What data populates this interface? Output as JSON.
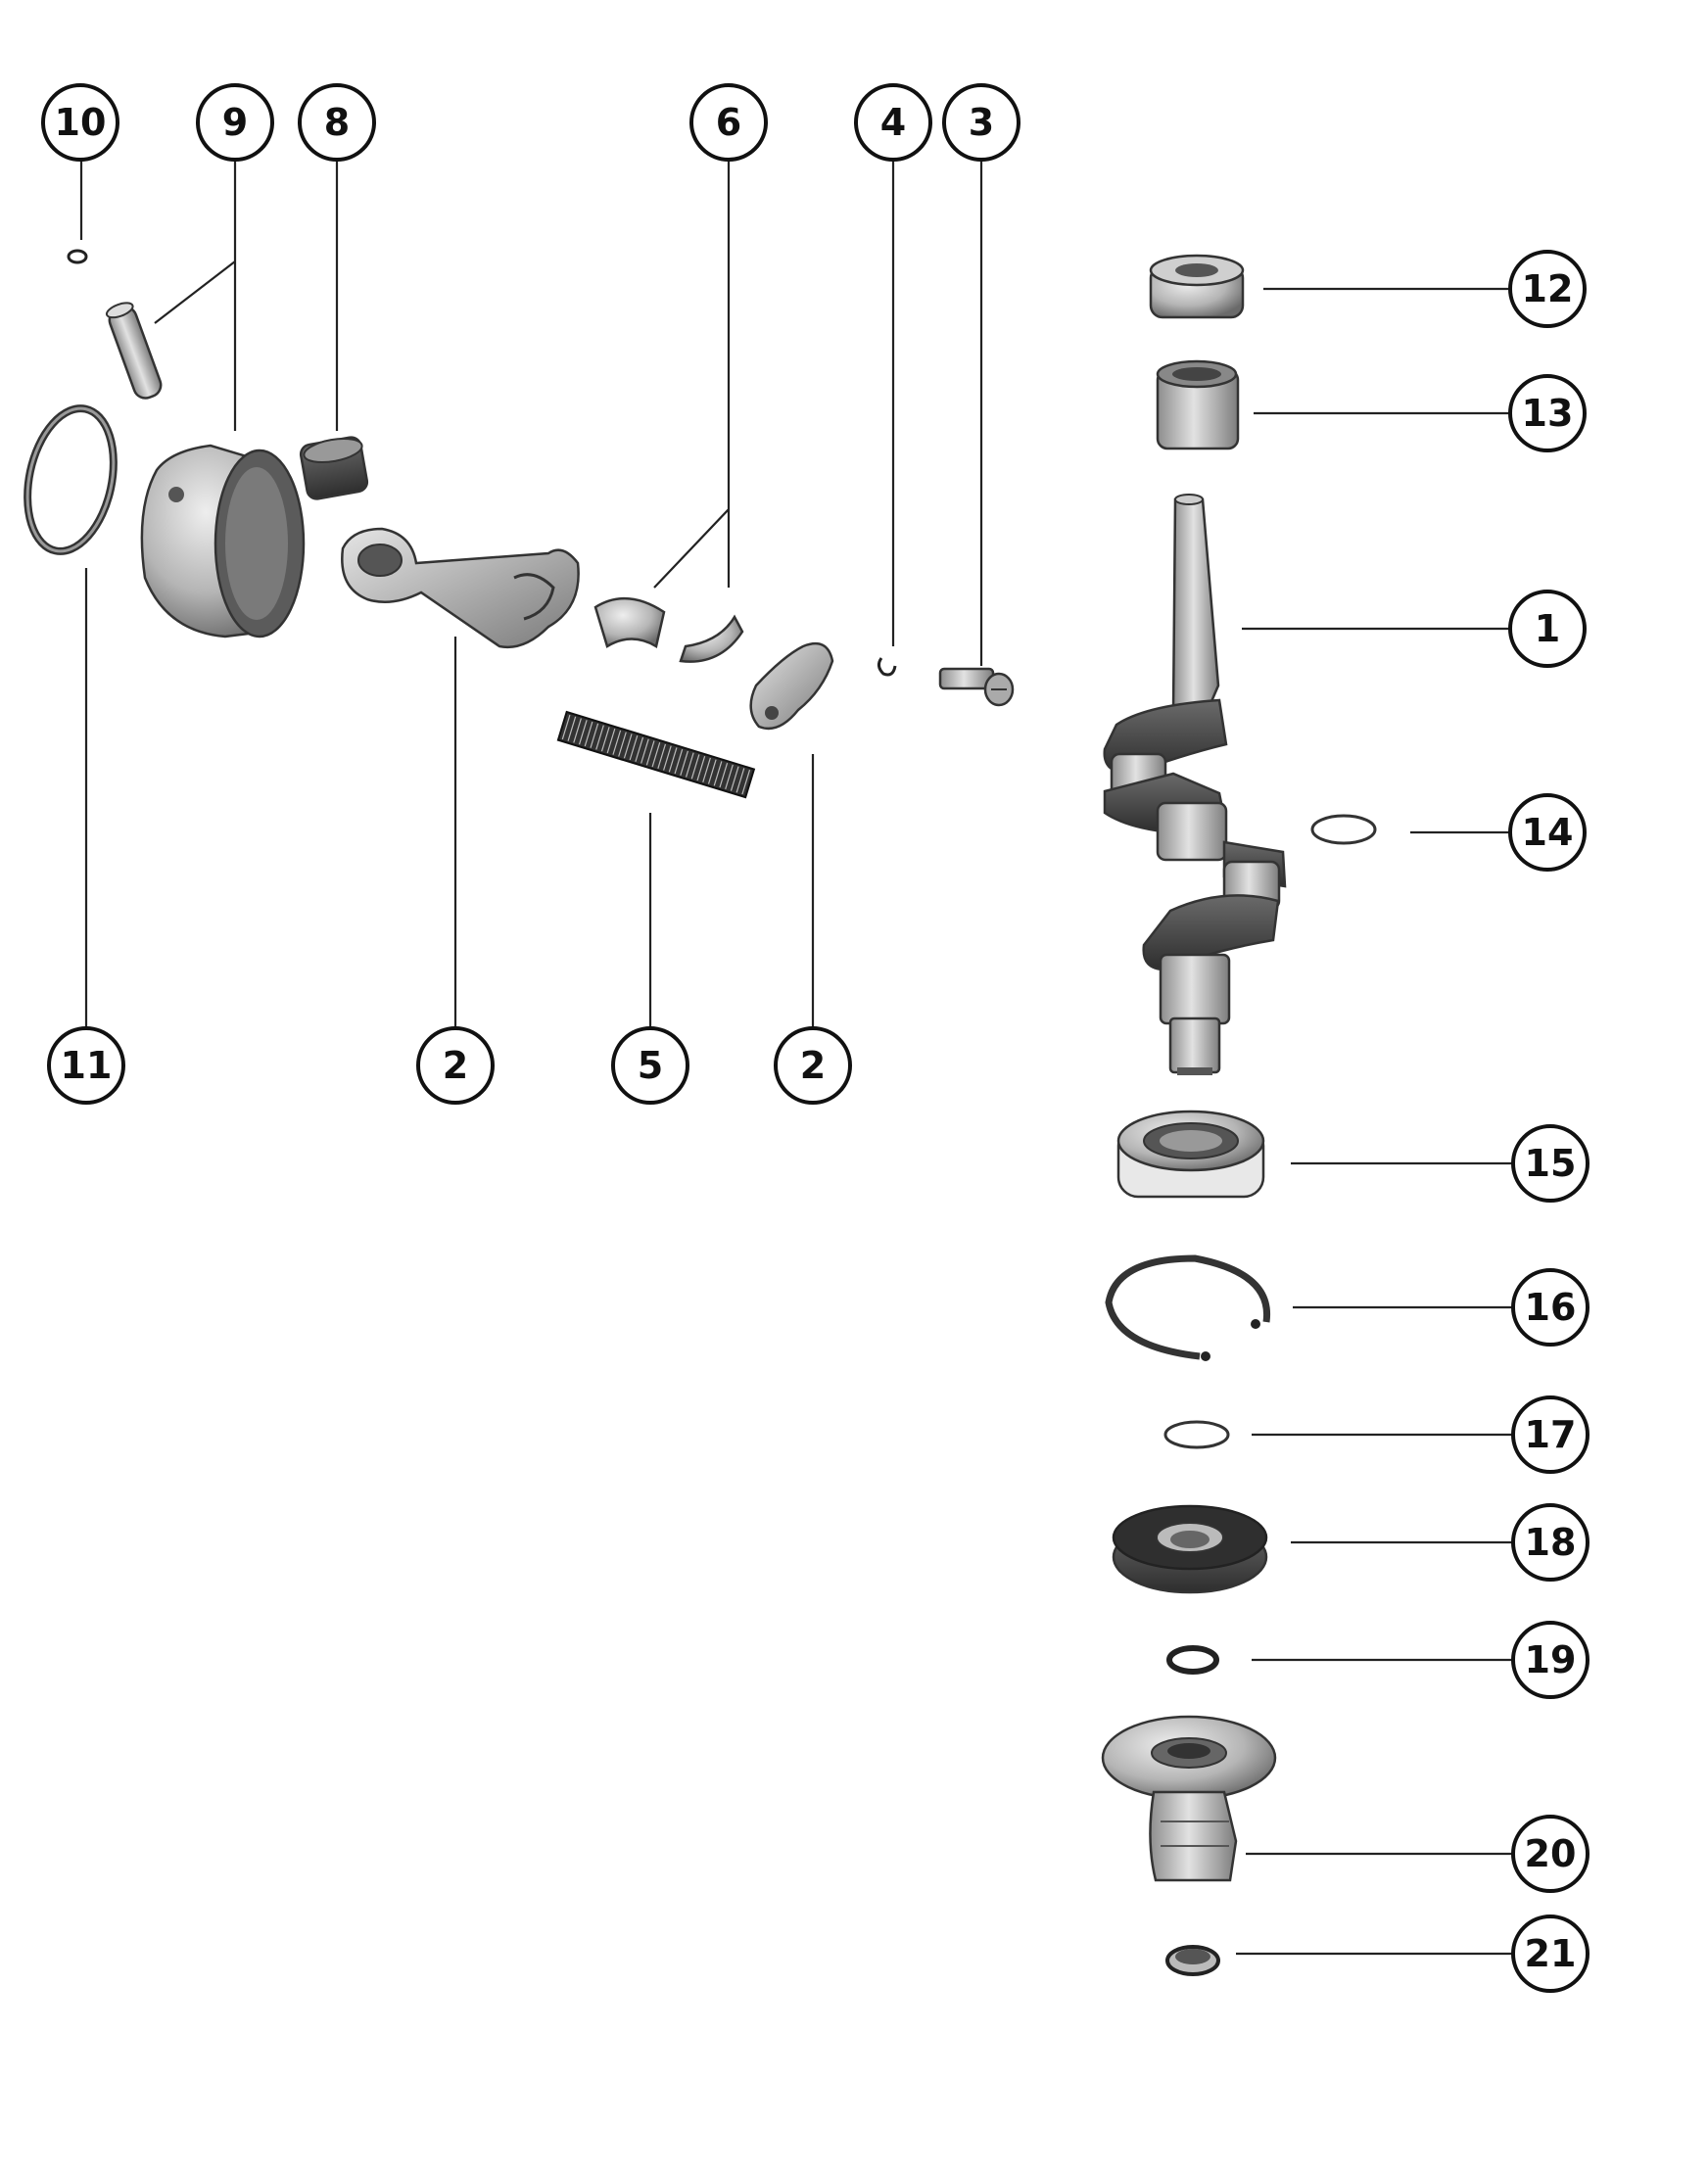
{
  "diagram": {
    "callouts": [
      {
        "id": "10",
        "label": "10"
      },
      {
        "id": "9",
        "label": "9"
      },
      {
        "id": "8",
        "label": "8"
      },
      {
        "id": "6",
        "label": "6"
      },
      {
        "id": "4",
        "label": "4"
      },
      {
        "id": "3",
        "label": "3"
      },
      {
        "id": "12",
        "label": "12"
      },
      {
        "id": "13",
        "label": "13"
      },
      {
        "id": "1",
        "label": "1"
      },
      {
        "id": "14",
        "label": "14"
      },
      {
        "id": "11",
        "label": "11"
      },
      {
        "id": "2a",
        "label": "2"
      },
      {
        "id": "5",
        "label": "5"
      },
      {
        "id": "2b",
        "label": "2"
      },
      {
        "id": "15",
        "label": "15"
      },
      {
        "id": "16",
        "label": "16"
      },
      {
        "id": "17",
        "label": "17"
      },
      {
        "id": "18",
        "label": "18"
      },
      {
        "id": "19",
        "label": "19"
      },
      {
        "id": "20",
        "label": "20"
      },
      {
        "id": "21",
        "label": "21"
      }
    ],
    "colors": {
      "ink": "#111111",
      "part_light": "#cfcfcf",
      "part_mid": "#9a9a9a",
      "part_dark": "#4a4a4a",
      "background": "#ffffff"
    }
  }
}
